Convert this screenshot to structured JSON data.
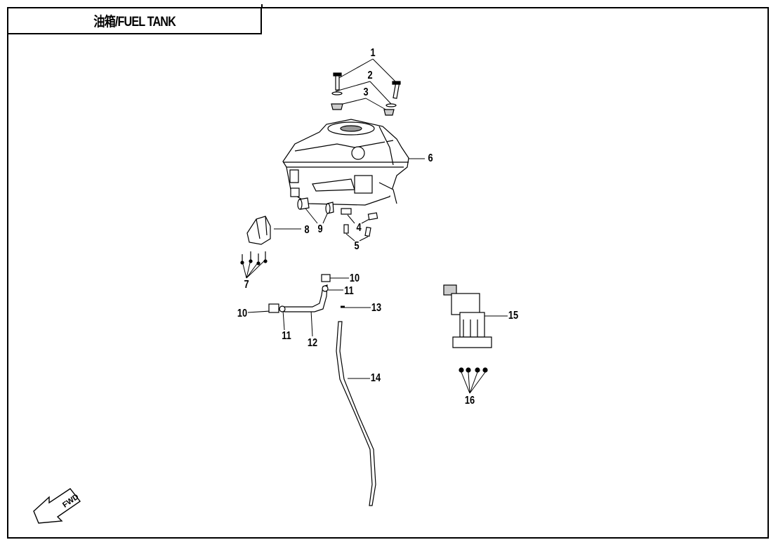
{
  "title": "油箱/FUEL TANK",
  "fwd_label": "FWD",
  "callouts": {
    "c1": "1",
    "c2": "2",
    "c3": "3",
    "c4": "4",
    "c5": "5",
    "c6": "6",
    "c7": "7",
    "c8": "8",
    "c9": "9",
    "c10a": "10",
    "c11a": "11",
    "c10b": "10",
    "c11b": "11",
    "c12": "12",
    "c13": "13",
    "c14": "14",
    "c15": "15",
    "c16": "16"
  }
}
